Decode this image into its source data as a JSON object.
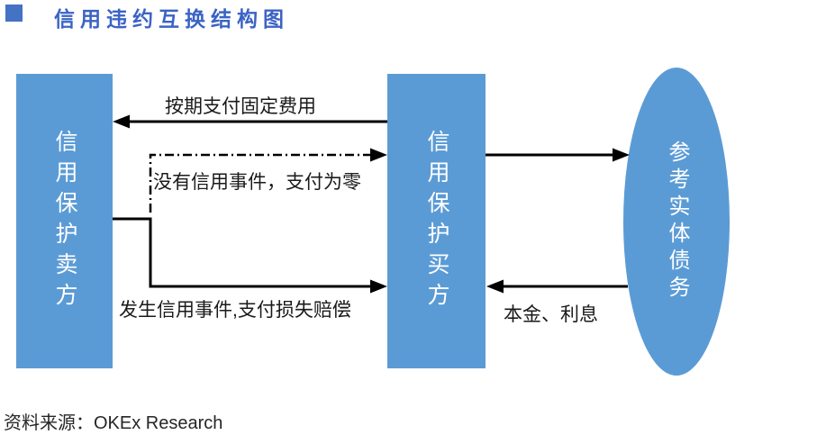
{
  "header": {
    "title": "信用违约互换结构图"
  },
  "nodes": {
    "seller": {
      "label": "信用保护卖方"
    },
    "buyer": {
      "label": "信用保护买方"
    },
    "reference": {
      "label": "参考实体债务"
    }
  },
  "edges": {
    "fixed_fee": {
      "label": "按期支付固定费用"
    },
    "no_credit_event": {
      "label": "没有信用事件，支付为零"
    },
    "credit_event": {
      "label": "发生信用事件,支付损失赔偿"
    },
    "principal_interest": {
      "label": "本金、利息"
    }
  },
  "footer": {
    "source": "资料来源：OKEx Research"
  },
  "colors": {
    "node_fill": "#5B9BD5",
    "title_text": "#3B63C5",
    "bullet": "#4472C4",
    "arrow": "#000000",
    "label_text": "#1A1A1A"
  }
}
